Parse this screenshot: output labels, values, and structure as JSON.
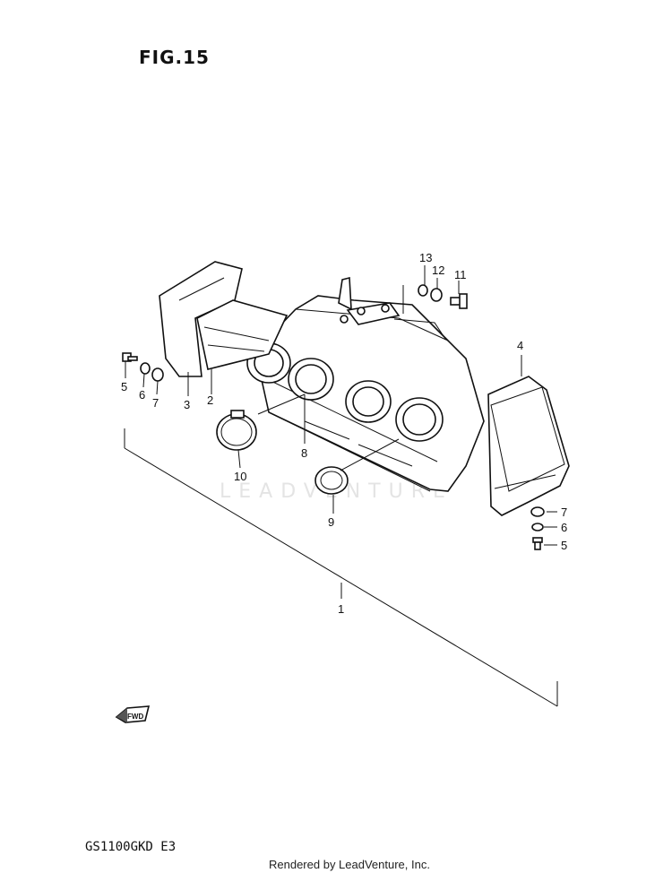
{
  "header": {
    "figure_label": "FIG.15"
  },
  "footer": {
    "model_code": "GS1100GKD E3",
    "credit": "Rendered by LeadVenture, Inc."
  },
  "watermark": {
    "text": "LEADVENTURE"
  },
  "fwd_arrow": {
    "label": "FWD"
  },
  "callouts": {
    "c1": "1",
    "c2": "2",
    "c3": "3",
    "c4": "4",
    "c5a": "5",
    "c6a": "6",
    "c7a": "7",
    "c5b": "5",
    "c6b": "6",
    "c7b": "7",
    "c8": "8",
    "c9": "9",
    "c10": "10",
    "c11": "11",
    "c12": "12",
    "c13": "13"
  }
}
